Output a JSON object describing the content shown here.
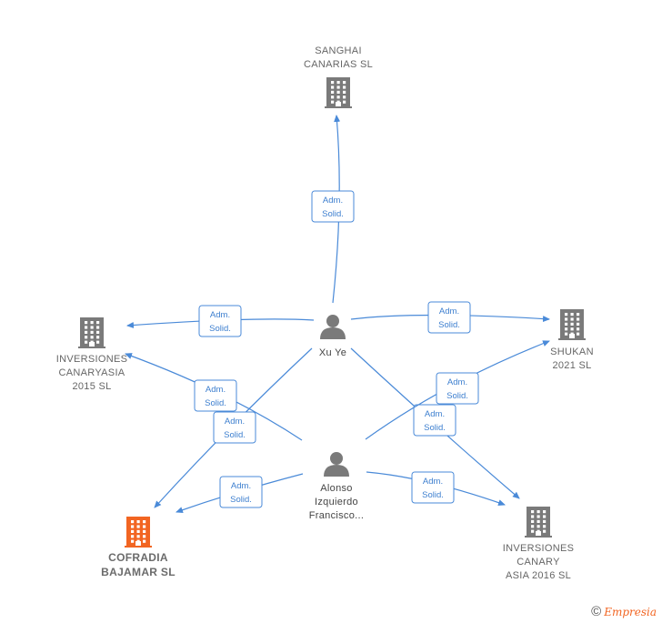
{
  "colors": {
    "company": "#7a7a7a",
    "focus_company": "#f26522",
    "person": "#7a7a7a",
    "edge": "#4a8ad8"
  },
  "nodes": [
    {
      "id": "sanghai",
      "type": "company",
      "label_lines": [
        "SANGHAI",
        "CANARIAS SL"
      ],
      "icon": "building-icon"
    },
    {
      "id": "canaryasia",
      "type": "company",
      "label_lines": [
        "INVERSIONES",
        "CANARYASIA",
        "2015  SL"
      ],
      "icon": "building-icon"
    },
    {
      "id": "shukan",
      "type": "company",
      "label_lines": [
        "SHUKAN",
        "2021  SL"
      ],
      "icon": "building-icon"
    },
    {
      "id": "cofradia",
      "type": "focus_company",
      "label_lines": [
        "COFRADIA",
        "BAJAMAR  SL"
      ],
      "icon": "building-icon"
    },
    {
      "id": "canary2016",
      "type": "company",
      "label_lines": [
        "INVERSIONES",
        "CANARY",
        "ASIA 2016  SL"
      ],
      "icon": "building-icon"
    },
    {
      "id": "xuye",
      "type": "person",
      "label_lines": [
        "Xu Ye"
      ],
      "icon": "person-icon"
    },
    {
      "id": "alonso",
      "type": "person",
      "label_lines": [
        "Alonso",
        "Izquierdo",
        "Francisco..."
      ],
      "icon": "person-icon"
    }
  ],
  "edges": [
    {
      "from": "xuye",
      "to": "sanghai",
      "label_lines": [
        "Adm.",
        "Solid."
      ]
    },
    {
      "from": "xuye",
      "to": "canaryasia",
      "label_lines": [
        "Adm.",
        "Solid."
      ]
    },
    {
      "from": "xuye",
      "to": "shukan",
      "label_lines": [
        "Adm.",
        "Solid."
      ]
    },
    {
      "from": "xuye",
      "to": "cofradia",
      "label_lines": [
        "Adm.",
        "Solid."
      ]
    },
    {
      "from": "xuye",
      "to": "canary2016",
      "label_lines": [
        "Adm.",
        "Solid."
      ]
    },
    {
      "from": "alonso",
      "to": "canaryasia",
      "label_lines": [
        "Adm.",
        "Solid."
      ]
    },
    {
      "from": "alonso",
      "to": "shukan",
      "label_lines": [
        "Adm.",
        "Solid."
      ]
    },
    {
      "from": "alonso",
      "to": "cofradia",
      "label_lines": [
        "Adm.",
        "Solid."
      ]
    },
    {
      "from": "alonso",
      "to": "canary2016",
      "label_lines": [
        "Adm.",
        "Solid."
      ]
    }
  ],
  "footer": {
    "symbol": "©",
    "brand": "Empresia"
  }
}
